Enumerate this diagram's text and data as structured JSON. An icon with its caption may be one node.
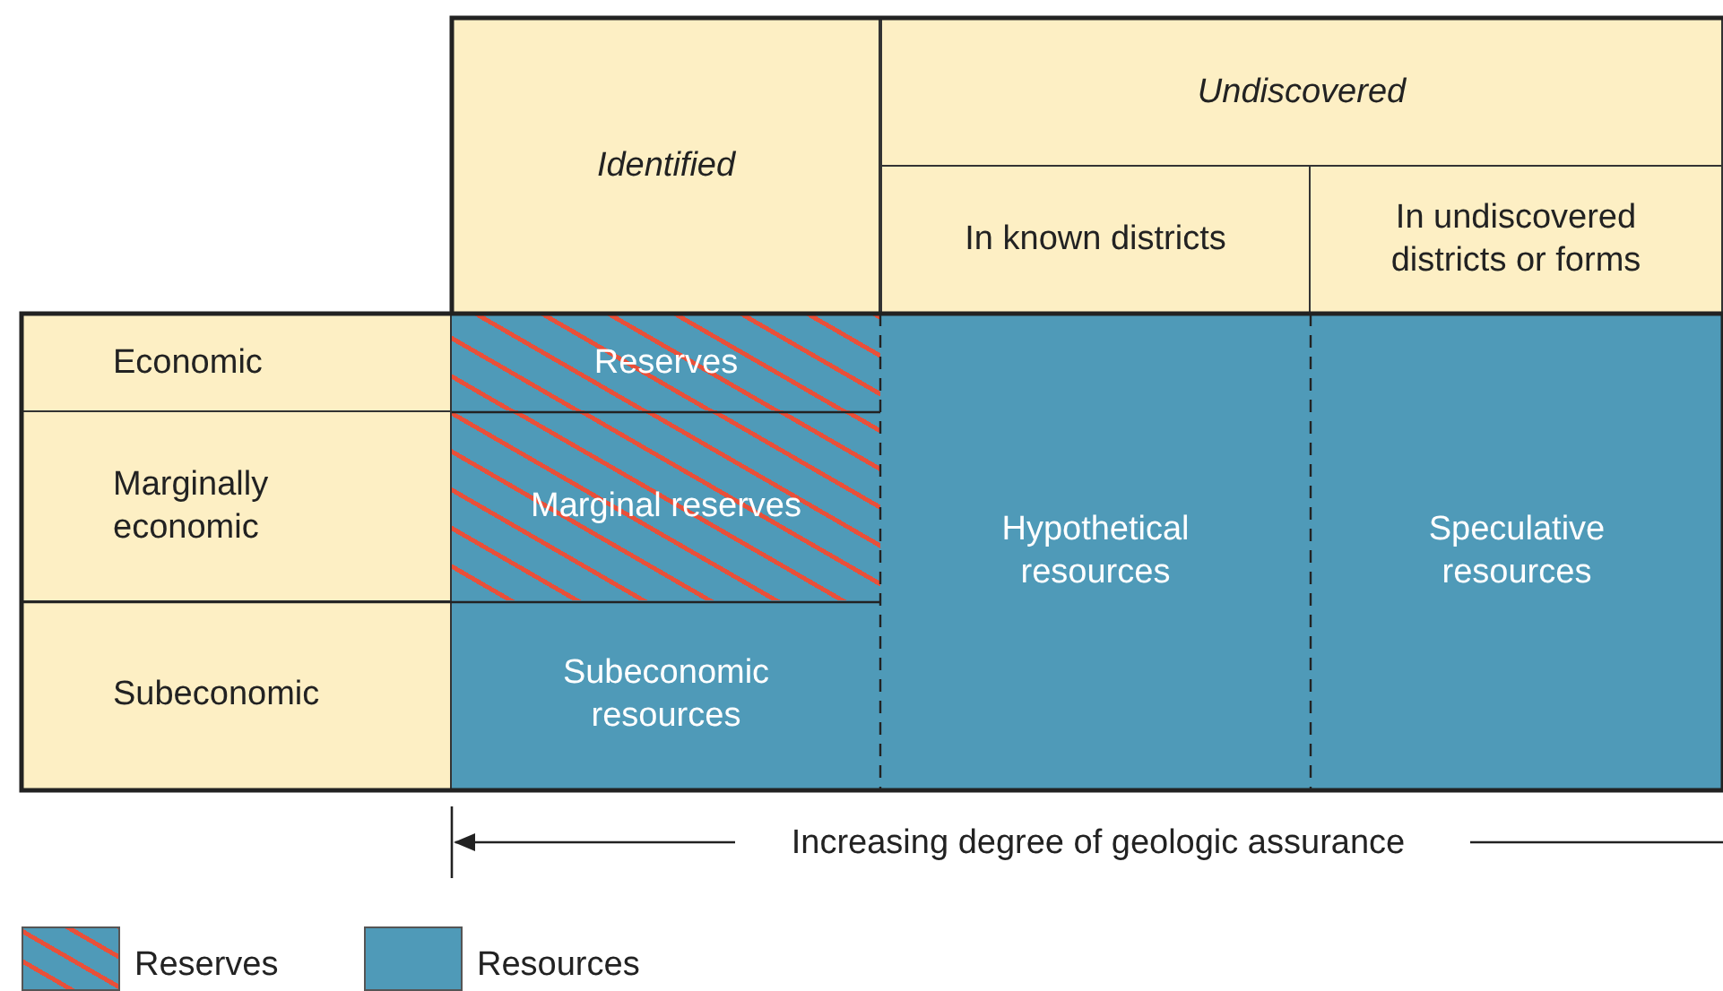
{
  "diagram": {
    "labels": [
      "Undiscovered",
      "Identified",
      "In known districts",
      "In undiscovered districts or forms",
      "Economic",
      "Reserves",
      "Marginally economic",
      "Marginal reserves",
      "Hypothetical resources",
      "Speculative resources",
      "Subeconomic",
      "Subeconomic resources",
      "Increasing degree of geologic assurance"
    ],
    "legend": [
      {
        "text": "Reserves"
      },
      {
        "text": "Resources",
        "color": "#4f9ab8"
      }
    ]
  }
}
